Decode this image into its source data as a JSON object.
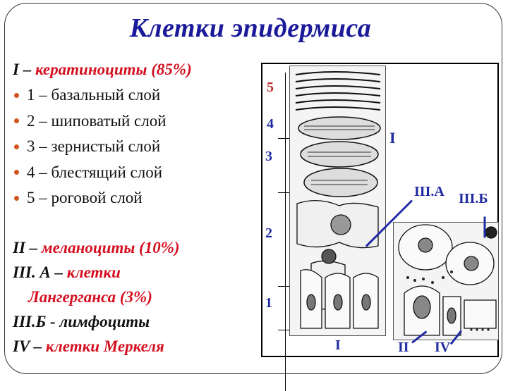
{
  "slide": {
    "title": "Клетки эпидермиса",
    "colors": {
      "title": "#1a1a9a",
      "highlight": "#d41020",
      "text": "#111111",
      "bullet": "#d0551f",
      "diagram_labels": "#1f2aa0",
      "layer5_label": "#c0282a"
    }
  },
  "legend": {
    "keratinocytes": {
      "roman": "I",
      "dash": " – ",
      "name": "кератиноциты (85%)"
    },
    "layers": [
      {
        "label": "1 – базальный слой"
      },
      {
        "label": "2 – шиповатый слой"
      },
      {
        "label": "3 – зернистый слой"
      },
      {
        "label": "4 – блестящий слой"
      },
      {
        "label": "5 – роговой слой"
      }
    ],
    "melanocytes": {
      "roman": "II",
      "dash": " – ",
      "name": "меланоциты (10%)"
    },
    "langerhans": {
      "roman": "III. А",
      "dash": " – ",
      "name_line1": "клетки",
      "name_line2": "Лангерганса (3%)"
    },
    "lymphocytes": {
      "roman": "III.Б",
      "dash": " - ",
      "name": "лимфоциты"
    },
    "merkel": {
      "roman": "IV",
      "dash": " – ",
      "name": "клетки Меркеля"
    }
  },
  "diagram": {
    "layer_labels": [
      "5",
      "4",
      "3",
      "2",
      "1"
    ],
    "cell_labels": {
      "keratinocyte_side": "I",
      "keratinocyte_bottom": "I",
      "langerhans": "III.А",
      "lymphocyte": "III.Б",
      "melanocyte": "II",
      "merkel": "IV"
    }
  }
}
